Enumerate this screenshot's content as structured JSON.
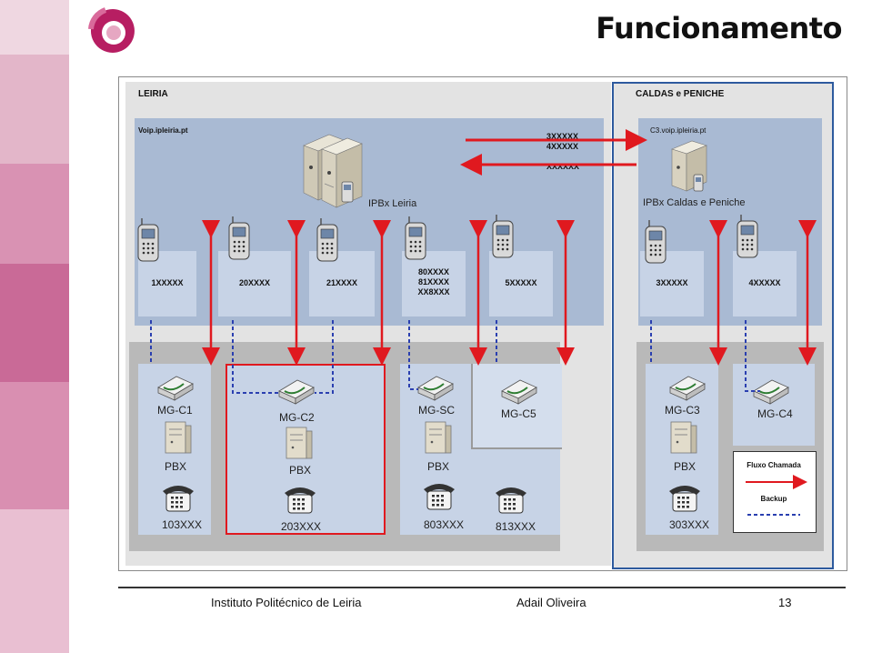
{
  "title": "Funcionamento",
  "regions": {
    "left": "LEIRIA",
    "right": "CALDAS e PENICHE"
  },
  "server_left": {
    "domain": "Voip.ipleiria.pt",
    "name": "IPBx Leiria"
  },
  "server_right": {
    "domain": "C3.voip.ipleiria.pt",
    "name": "IPBx Caldas e Peniche"
  },
  "link": {
    "top_line1": "3XXXXX",
    "top_line2": "4XXXXX",
    "bottom": "XXXXXX"
  },
  "number_cells": [
    "1XXXXX",
    "20XXXX",
    "21XXXX",
    "80XXXX",
    "81XXXX",
    "XX8XXX",
    "5XXXXX",
    "3XXXXX",
    "4XXXXX"
  ],
  "gateways": [
    "MG-C1",
    "MG-C2",
    "MG-SC",
    "MG-C5",
    "MG-C3",
    "MG-C4"
  ],
  "pbx_label": "PBX",
  "extensions": [
    "103XXX",
    "203XXX",
    "803XXX",
    "813XXX",
    "303XXX"
  ],
  "legend": {
    "call_flow": "Fluxo Chamada",
    "backup": "Backup"
  },
  "footer": {
    "institution": "Instituto Politécnico de Leiria",
    "author": "Adail Oliveira",
    "page": "13"
  },
  "colors": {
    "call_flow": "#e0191f",
    "backup": "#2a3fb0",
    "panel": "#a9bad3",
    "cell": "#c7d3e6",
    "highlight": "#e0191f",
    "region_border": "#2d5a9e"
  }
}
